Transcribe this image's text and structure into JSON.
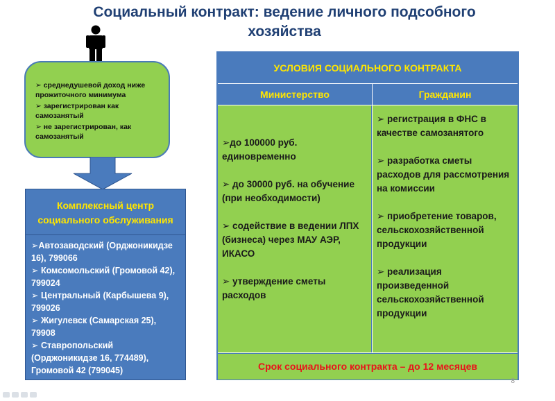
{
  "slide": {
    "title_line1": "Социальный контракт: ведение личного подсобного",
    "title_line2": "хозяйства",
    "slide_number": "8"
  },
  "eligibility": {
    "items": [
      "➢ среднедушевой доход ниже прожиточного минимума",
      "➢ зарегистрирован как самозанятый",
      "➢ не зарегистрирован, как самозанятый"
    ]
  },
  "center": {
    "header": "Комплексный центр социального обслуживания",
    "items": [
      "➢Автозаводский (Орджоникидзе 16), 799066",
      "➢ Комсомольский (Громовой 42), 799024",
      "➢ Центральный (Карбышева 9), 799026",
      "➢ Жигулевск (Самарская 25), 79908",
      "➢ Ставропольский (Орджоникидзе 16, 774489), Громовой 42 (799045)"
    ]
  },
  "conditions": {
    "title": "УСЛОВИЯ СОЦИАЛЬНОГО  КОНТРАКТА",
    "col_ministry": "Министерство",
    "col_citizen": "Гражданин",
    "ministry_items": [
      "➢до 100000 руб. единовременно",
      "➢ до 30000 руб. на обучение (при необходимости)",
      "➢ содействие в ведении ЛПХ (бизнеса) через МАУ АЭР, ИКАСО",
      "➢ утверждение сметы расходов"
    ],
    "citizen_items": [
      "➢ регистрация в ФНС в качестве самозанятого",
      "➢ разработка сметы расходов для рассмотрения на комиссии",
      "➢ приобретение товаров, сельскохозяйственной продукции",
      "➢ реализация произведенной сельскохозяйственной продукции"
    ],
    "footer": "Срок социального контракта – до 12 месяцев"
  },
  "colors": {
    "title": "#1f3f73",
    "blue": "#4a7bbd",
    "green": "#92d050",
    "yellow": "#ffe600",
    "red": "#e8141b"
  },
  "icons": {
    "person": "person-icon",
    "arrow": "down-arrow-icon"
  }
}
